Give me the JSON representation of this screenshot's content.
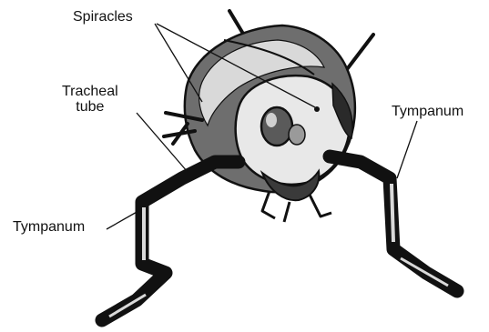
{
  "labels": {
    "spiracles": "Spiracles",
    "tracheal_line1": "Tracheal",
    "tracheal_line2": "tube",
    "tympanum_right": "Tympanum",
    "tympanum_left": "Tympanum"
  },
  "colors": {
    "ink": "#111111",
    "shade": "#6e6e6e",
    "light": "#d9d9d9",
    "paper": "#ffffff"
  }
}
